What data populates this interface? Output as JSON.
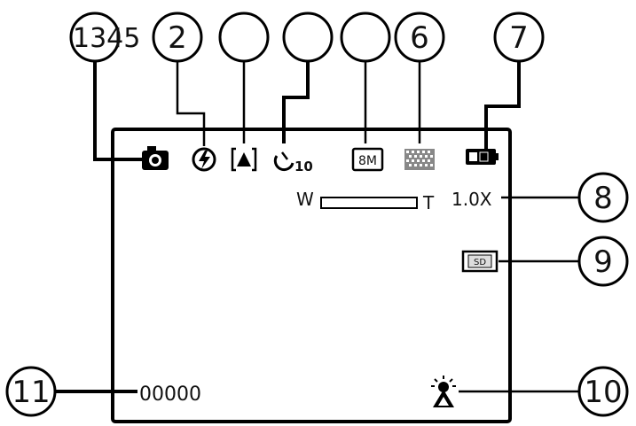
{
  "top_label": "1345",
  "callouts": [
    "2",
    "6",
    "7",
    "8",
    "9",
    "10",
    "11"
  ],
  "screen": {
    "timer_value": "10",
    "resolution_label": "8M",
    "zoom": {
      "wide_label": "W",
      "tele_label": "T",
      "value": "1.0X"
    },
    "card_label": "SD",
    "shot_counter": "00000"
  },
  "icons": {
    "camera_mode": "camera-icon",
    "flash": "flash-icon",
    "scene": "landscape-scene-icon",
    "self_timer": "self-timer-icon",
    "resolution": "resolution-icon",
    "quality": "quality-icon",
    "battery": "battery-icon",
    "sd_card": "sd-card-icon",
    "white_balance": "sunny-white-balance-icon"
  }
}
